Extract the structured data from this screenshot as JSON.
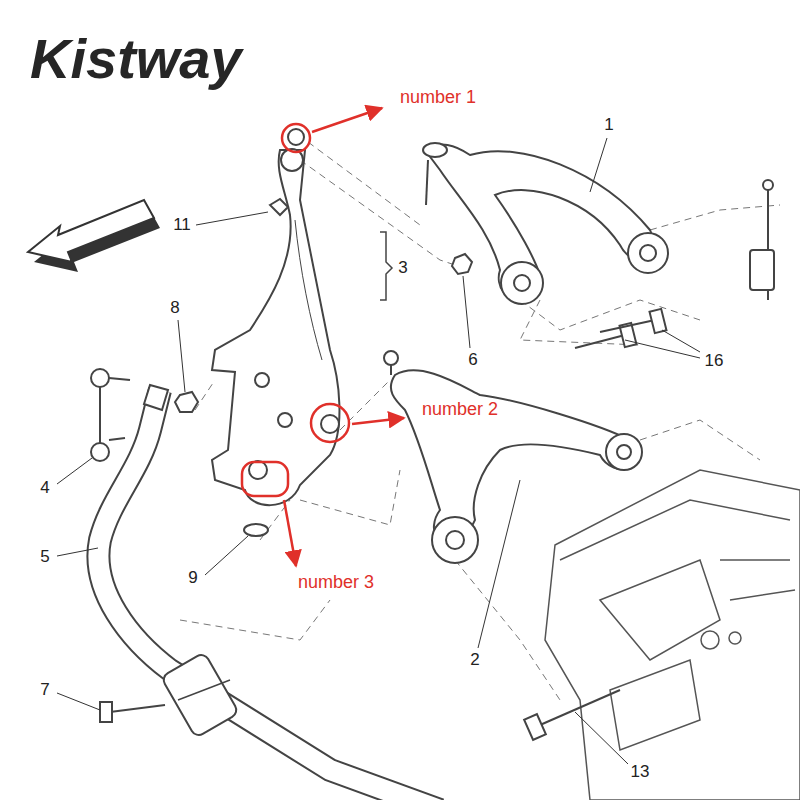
{
  "diagram": {
    "labels": [
      "Kistway",
      "number 1",
      "1",
      "11",
      "3",
      "8",
      "6",
      "number 2",
      "16",
      "4",
      "5",
      "9",
      "number 3",
      "2",
      "7",
      "13"
    ]
  }
}
